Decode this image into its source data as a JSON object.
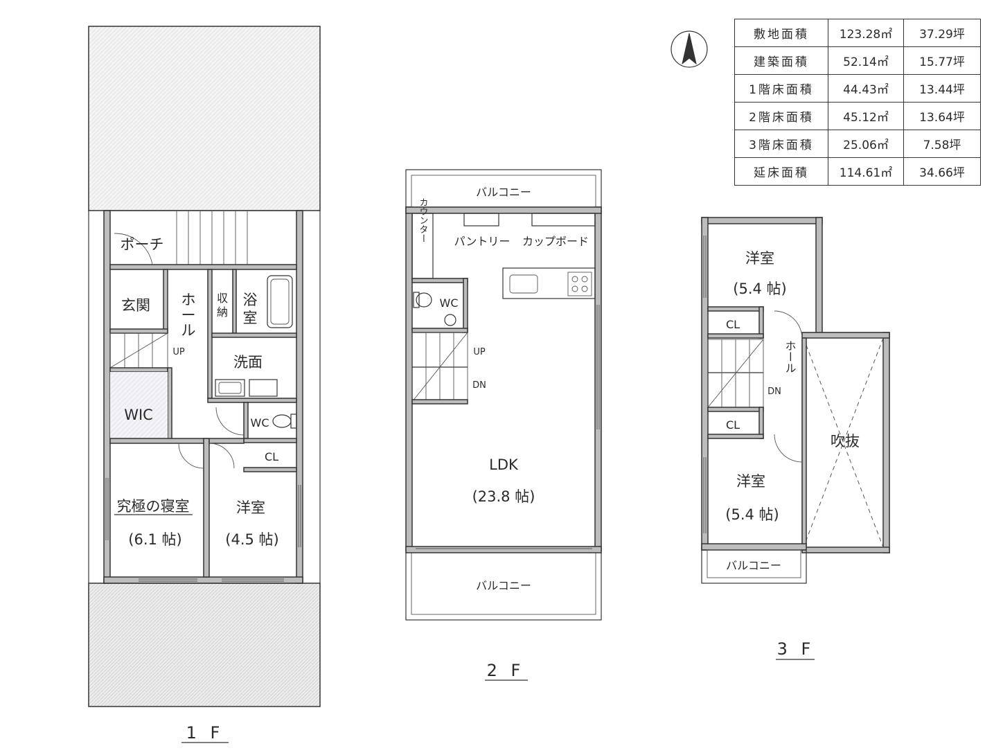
{
  "floors": {
    "f1": {
      "label": "1 F",
      "rooms": {
        "porch": "ポーチ",
        "genkan": "玄関",
        "hall_1": "ホ",
        "hall_2": "ー",
        "hall_3": "ル",
        "shuno_1": "収",
        "shuno_2": "納",
        "yokushitsu_1": "浴",
        "yokushitsu_2": "室",
        "senmen": "洗面",
        "wc": "WC",
        "wic": "WIC",
        "cl": "CL",
        "up": "UP",
        "master": "究極の寝室",
        "master_size": "(6.1 帖)",
        "western": "洋室",
        "western_size": "(4.5 帖)"
      }
    },
    "f2": {
      "label": "2 F",
      "rooms": {
        "balcony_top": "バルコニー",
        "counter": "カウンター",
        "pantry": "パントリー",
        "cupboard": "カップボード",
        "wc": "WC",
        "up": "UP",
        "dn": "DN",
        "ldk": "LDK",
        "ldk_size": "(23.8 帖)",
        "balcony_bottom": "バルコニー"
      }
    },
    "f3": {
      "label": "3 F",
      "rooms": {
        "western_top": "洋室",
        "western_top_size": "(5.4 帖)",
        "cl_top": "CL",
        "hall": "ホール",
        "dn": "DN",
        "cl_bottom": "CL",
        "fukinuke": "吹抜",
        "western_bottom": "洋室",
        "western_bottom_size": "(5.4 帖)",
        "balcony": "バルコニー"
      }
    }
  },
  "north_arrow_icon": "north-arrow-icon",
  "area_table": [
    {
      "label": "敷地面積",
      "m2": "123.28㎡",
      "tsubo": "37.29坪"
    },
    {
      "label": "建築面積",
      "m2": "52.14㎡",
      "tsubo": "15.77坪"
    },
    {
      "label": "1階床面積",
      "m2": "44.43㎡",
      "tsubo": "13.44坪"
    },
    {
      "label": "2階床面積",
      "m2": "45.12㎡",
      "tsubo": "13.64坪"
    },
    {
      "label": "3階床面積",
      "m2": "25.06㎡",
      "tsubo": "7.58坪"
    },
    {
      "label": "延床面積",
      "m2": "114.61㎡",
      "tsubo": "34.66坪"
    }
  ],
  "colors": {
    "line": "#333333",
    "hatch": "#d8d8d8",
    "paper": "#ffffff"
  }
}
